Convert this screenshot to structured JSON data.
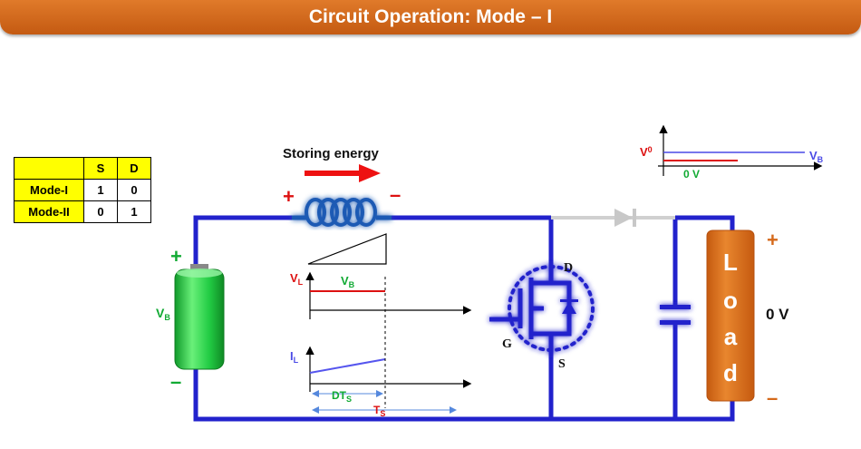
{
  "title": "Circuit Operation: Mode – I",
  "state_table": {
    "headers": [
      "",
      "S",
      "D"
    ],
    "rows": [
      {
        "mode": "Mode-I",
        "s": "1",
        "d": "0"
      },
      {
        "mode": "Mode-II",
        "s": "0",
        "d": "1"
      }
    ]
  },
  "inductor": {
    "caption": "Storing energy",
    "plus": "+",
    "minus": "–"
  },
  "battery": {
    "plus": "+",
    "minus": "–",
    "label": "V",
    "label_sub": "B"
  },
  "switch_labels": {
    "drain": "D",
    "gate": "G",
    "source": "S"
  },
  "load": {
    "letters": [
      "L",
      "o",
      "a",
      "d"
    ],
    "plus": "+",
    "minus": "–",
    "voltage": "0 V"
  },
  "output_graph": {
    "vo_label": "V",
    "vo_sub": "0",
    "vb_label": "V",
    "vb_sub": "B",
    "zero_label": "0 V"
  },
  "waveforms": {
    "vl_label": "V",
    "vl_sub": "L",
    "vb_label": "V",
    "vb_sub": "B",
    "il_label": "I",
    "il_sub": "L",
    "dts_label": "DT",
    "dts_sub": "S",
    "ts_label": "T",
    "ts_sub": "S"
  },
  "colors": {
    "wire": "#2222cc",
    "accent_orange": "#d5691b",
    "battery_green": "#22cc44",
    "red": "#dd1111",
    "green_text": "#11aa33",
    "inductor_blue": "#1e5ab4"
  }
}
